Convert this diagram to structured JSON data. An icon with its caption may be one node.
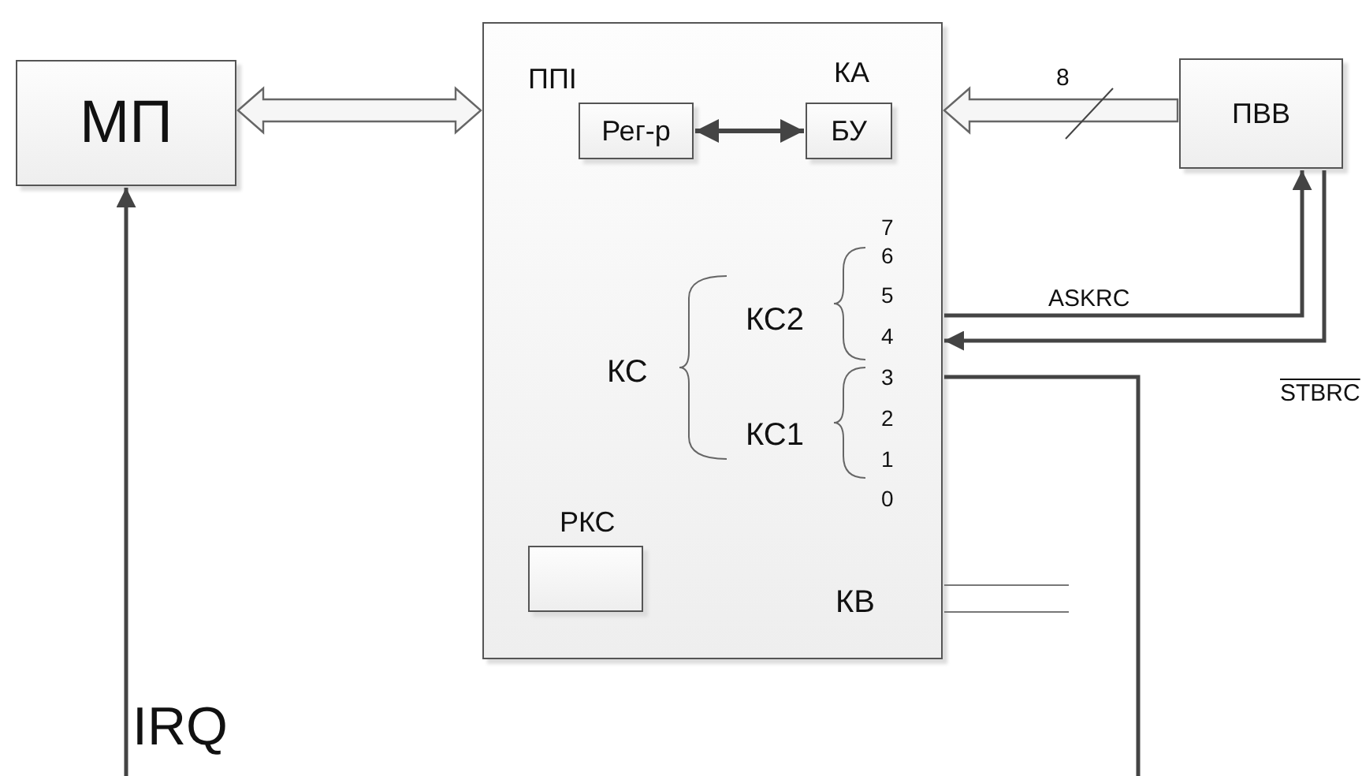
{
  "diagram": {
    "nodes": [
      {
        "text": [
          "МП"
        ]
      },
      {
        "text": [
          "ППІ"
        ]
      },
      {
        "text": [
          "Рег-р"
        ],
        "in": 1
      },
      {
        "text": [
          "БУ"
        ],
        "in": 1,
        "beside": [
          "КА"
        ]
      },
      {
        "text": [
          "ПВВ"
        ]
      },
      {
        "text": [
          "РКС"
        ],
        "in": 1
      }
    ],
    "edges": [
      {
        "from": 0,
        "to": 1,
        "arrow": "both",
        "style": "thick"
      },
      {
        "from": 2,
        "to": 3,
        "arrow": "both"
      },
      {
        "from": 4,
        "to": 1,
        "arrow": "to",
        "style": "thick",
        "label": "8"
      },
      {
        "from": 1,
        "to": 4,
        "arrow": "to",
        "label": "ASKRC"
      },
      {
        "from": 4,
        "to": 1,
        "arrow": "to",
        "label": "STBRC"
      },
      {
        "from": 1,
        "to": null,
        "arrow": "none"
      },
      {
        "from": 1,
        "to": null,
        "arrow": "none"
      },
      {
        "from": 1,
        "to": null,
        "arrow": "none"
      },
      {
        "from": null,
        "to": 0,
        "arrow": "to",
        "label": "IRQ"
      }
    ],
    "labels": [
      "7",
      "6",
      "5",
      "4",
      "3",
      "2",
      "1",
      "0",
      "КС",
      "КС2",
      "КС1",
      "КВ"
    ]
  }
}
